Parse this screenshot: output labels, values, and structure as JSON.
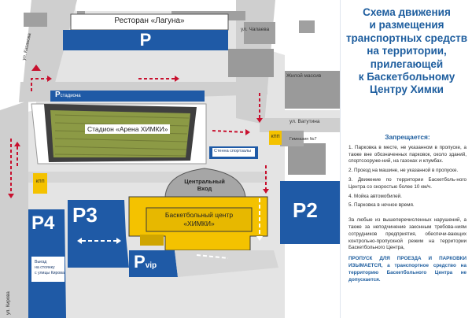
{
  "map": {
    "restaurant": "Ресторан «Лагуна»",
    "stadium": "Стадион «Арена ХИМКИ»",
    "stadium_parking": "P",
    "stadium_parking_sub": "стадиона",
    "top_parking": "P",
    "central_entrance": [
      "Центральный",
      "Вход"
    ],
    "basketball_center": [
      "Баскетбольный центр",
      "«ХИМКИ»"
    ],
    "residential": "Жилой массив",
    "school": "Гимназия №7",
    "sport_hall": "Стенна спортзалы",
    "kpp_left": "КПП",
    "kpp_right": "КПП",
    "p2": "P2",
    "p3": "P3",
    "p4": "P4",
    "pvip_main": "P",
    "pvip_sub": "vip",
    "exit_text": [
      "Выезд",
      "на стоянку",
      "с улицы Кирова"
    ],
    "streets": {
      "kazakova": "ул. Казакова",
      "chapaeva": "ул. Чапаева",
      "vatutina": "ул. Ватутина",
      "kirova": "ул. Кирова"
    },
    "colors": {
      "parking_blue": "#1f5aa6",
      "building_yellow": "#f4c200",
      "stadium_field": "#8c9a45",
      "road_gray": "#cfcfcf",
      "building_gray": "#a0a0a0",
      "arrow_red": "#c8102e"
    }
  },
  "panel": {
    "title": [
      "Схема движения",
      "и размещения",
      "транспортных средств",
      "на территории,",
      "прилегающей",
      "к Баскетбольному",
      "Центру Химки"
    ],
    "forbidden_title": "Запрещается:",
    "rules": [
      "1. Парковка в месте, не указанном в пропуске, а также вне обозначенных парковок, около зданий, спортсооруже-ний, на газонах и клумбах.",
      "2. Проезд на машине, не указанной в пропуске.",
      "3. Движение по территории Баскетболь-ного Центра со скоростью более 10 км/ч.",
      "4. Мойка автомобилей.",
      "5. Парковка в ночное время."
    ],
    "footer": "За любые из вышеперечисленных нарушений, а также за неподчинение законным требова-ниям сотрудников предприятия, обеспечи-вающих контрольно-пропускной режим на территории Баскетбольного Центра,",
    "warning": "ПРОПУСК ДЛЯ ПРОЕЗДА И ПАРКОВКИ ИЗЫМАЕТСЯ, а транспортное средство на территорию Баскетбольного Центра не допускается."
  }
}
